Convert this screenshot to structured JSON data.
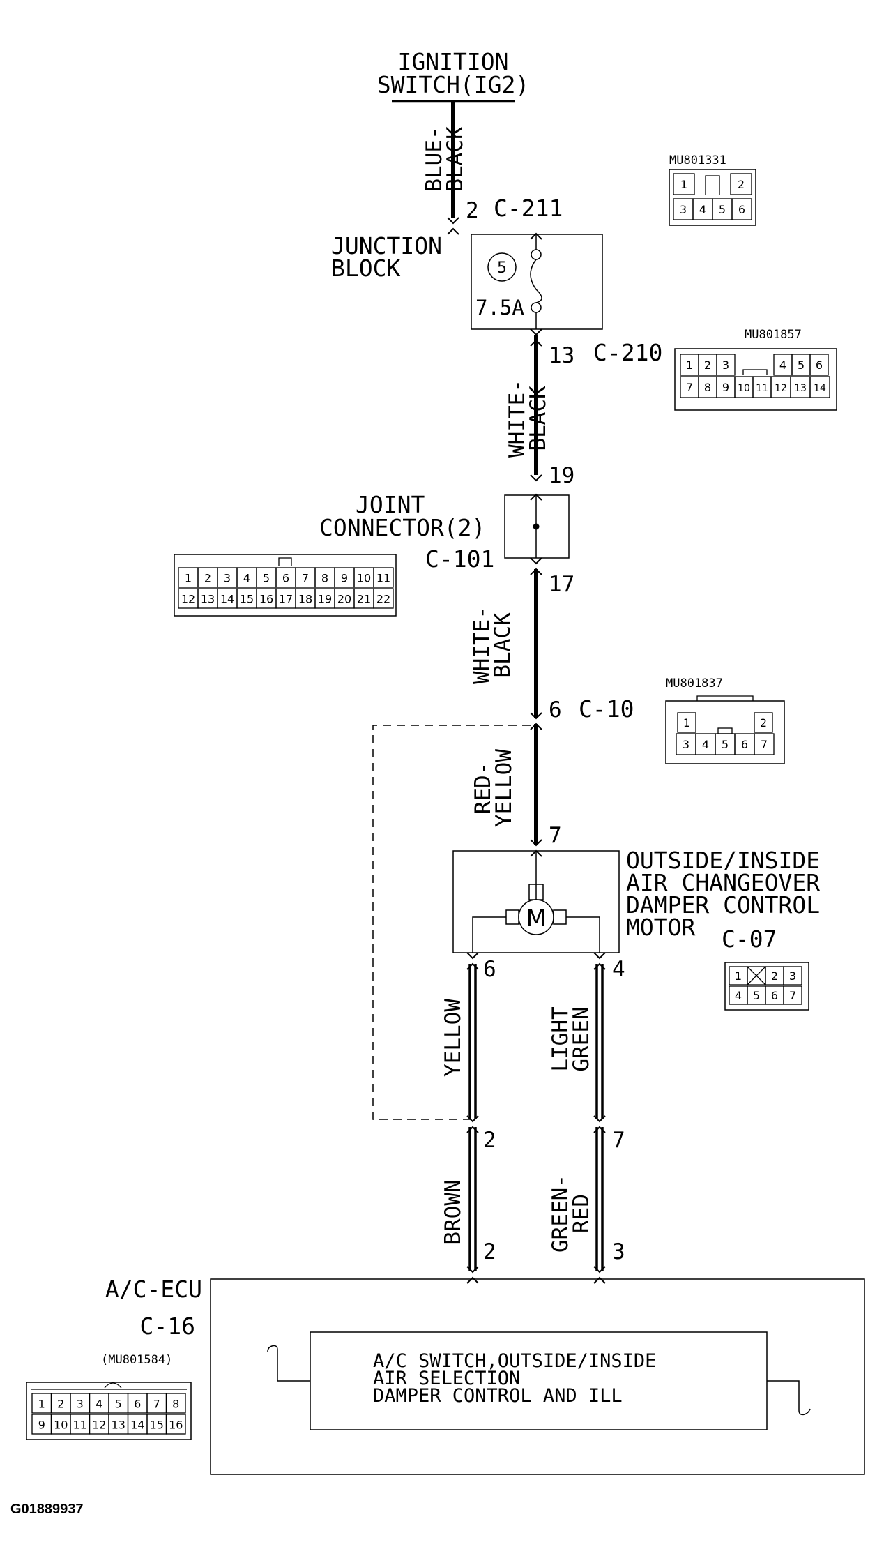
{
  "power_source": {
    "line1": "IGNITION",
    "line2": "SWITCH(IG2)"
  },
  "wire1": {
    "line1": "BLUE-",
    "line2": "BLACK"
  },
  "pin_c211": "2",
  "connector_c211": {
    "name": "C-211",
    "part": "MU801331",
    "top": [
      "1",
      "2"
    ],
    "bottom": [
      "3",
      "4",
      "5",
      "6"
    ]
  },
  "junction_block": {
    "line1": "JUNCTION",
    "line2": "BLOCK",
    "fuse_number": "5",
    "fuse_rating": "7.5A"
  },
  "pin_c210": "13",
  "connector_c210": {
    "name": "C-210",
    "part": "MU801857",
    "top": [
      "1",
      "2",
      "3",
      "4",
      "5",
      "6"
    ],
    "bottom": [
      "7",
      "8",
      "9",
      "10",
      "11",
      "12",
      "13",
      "14"
    ]
  },
  "wire2": {
    "line1": "WHITE-",
    "line2": "BLACK"
  },
  "pin_jc_in": "19",
  "joint_connector": {
    "line1": "JOINT",
    "line2": "CONNECTOR(2)",
    "name": "C-101"
  },
  "connector_c101": {
    "top": [
      "1",
      "2",
      "3",
      "4",
      "5",
      "6",
      "7",
      "8",
      "9",
      "10",
      "11"
    ],
    "bottom": [
      "12",
      "13",
      "14",
      "15",
      "16",
      "17",
      "18",
      "19",
      "20",
      "21",
      "22"
    ]
  },
  "pin_jc_out": "17",
  "wire3": {
    "line1": "WHITE-",
    "line2": "BLACK"
  },
  "pin_c10": "6",
  "connector_c10": {
    "name": "C-10",
    "part": "MU801837",
    "top": [
      "1",
      "2"
    ],
    "bottom": [
      "3",
      "4",
      "5",
      "6",
      "7"
    ]
  },
  "wire4": {
    "line1": "RED-",
    "line2": "YELLOW"
  },
  "pin_motor_in": "7",
  "motor": {
    "line1": "OUTSIDE/INSIDE",
    "line2": "AIR CHANGEOVER",
    "line3": "DAMPER CONTROL",
    "line4": "MOTOR",
    "name": "C-07",
    "symbol": "M"
  },
  "connector_c07": {
    "top": [
      "1",
      "2",
      "3"
    ],
    "bottom": [
      "4",
      "5",
      "6",
      "7"
    ]
  },
  "pin_motor_left": "6",
  "pin_motor_right": "4",
  "wire5": {
    "text": "YELLOW"
  },
  "wire6": {
    "line1": "LIGHT",
    "line2": "GREEN"
  },
  "pin_mid_left": "2",
  "pin_mid_right": "7",
  "wire7": {
    "text": "BROWN"
  },
  "wire8": {
    "line1": "GREEN-",
    "line2": "RED"
  },
  "pin_ecu_left": "2",
  "pin_ecu_right": "3",
  "ecu": {
    "name": "A/C-ECU",
    "connector": "C-16",
    "part": "(MU801584)",
    "line1": "A/C SWITCH,OUTSIDE/INSIDE",
    "line2": "AIR SELECTION",
    "line3": "DAMPER CONTROL AND ILL"
  },
  "connector_c16": {
    "top": [
      "1",
      "2",
      "3",
      "4",
      "5",
      "6",
      "7",
      "8"
    ],
    "bottom": [
      "9",
      "10",
      "11",
      "12",
      "13",
      "14",
      "15",
      "16"
    ]
  },
  "figure_code": "G01889937",
  "colors": {
    "line": "#000000",
    "background": "#ffffff"
  }
}
